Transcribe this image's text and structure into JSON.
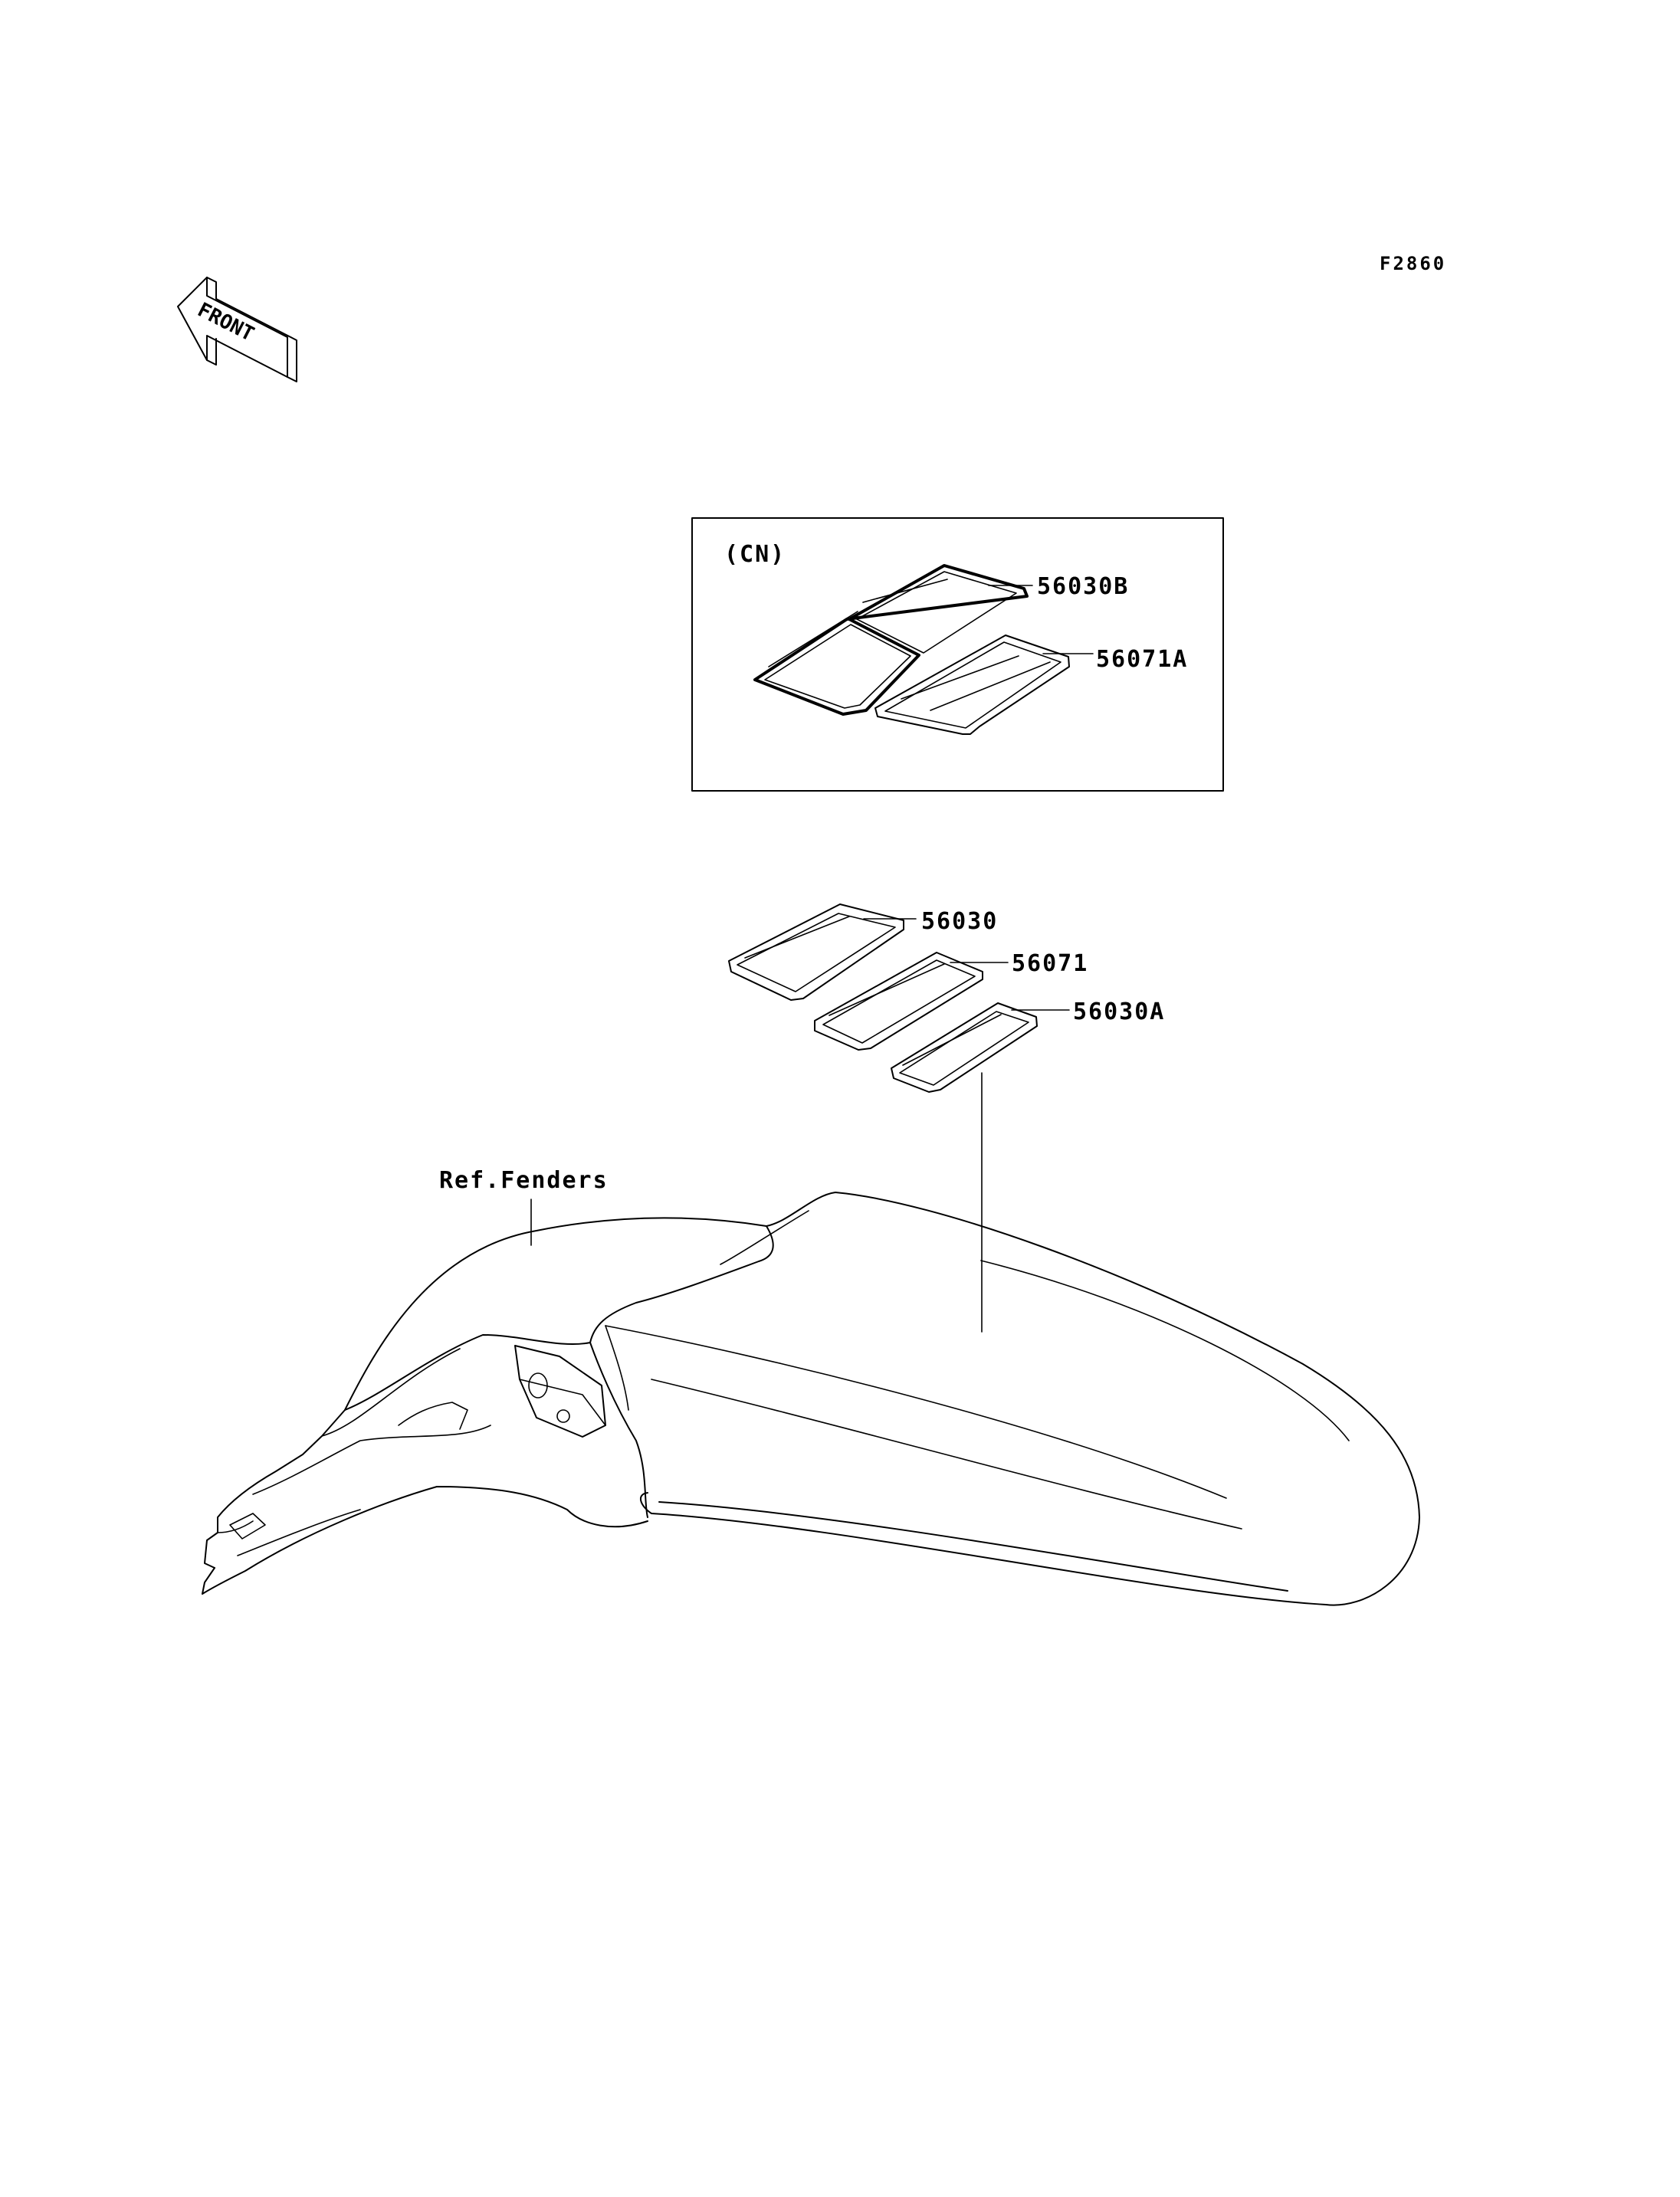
{
  "figure_code": "F2860",
  "front_arrow": {
    "label": "FRONT",
    "icon": "front-direction-arrow-icon"
  },
  "inset": {
    "region": "(CN)",
    "parts": [
      {
        "number": "56030B"
      },
      {
        "number": "56071A"
      }
    ]
  },
  "main_parts": [
    {
      "number": "56030"
    },
    {
      "number": "56071"
    },
    {
      "number": "56030A"
    }
  ],
  "reference": {
    "label": "Ref.Fenders"
  }
}
